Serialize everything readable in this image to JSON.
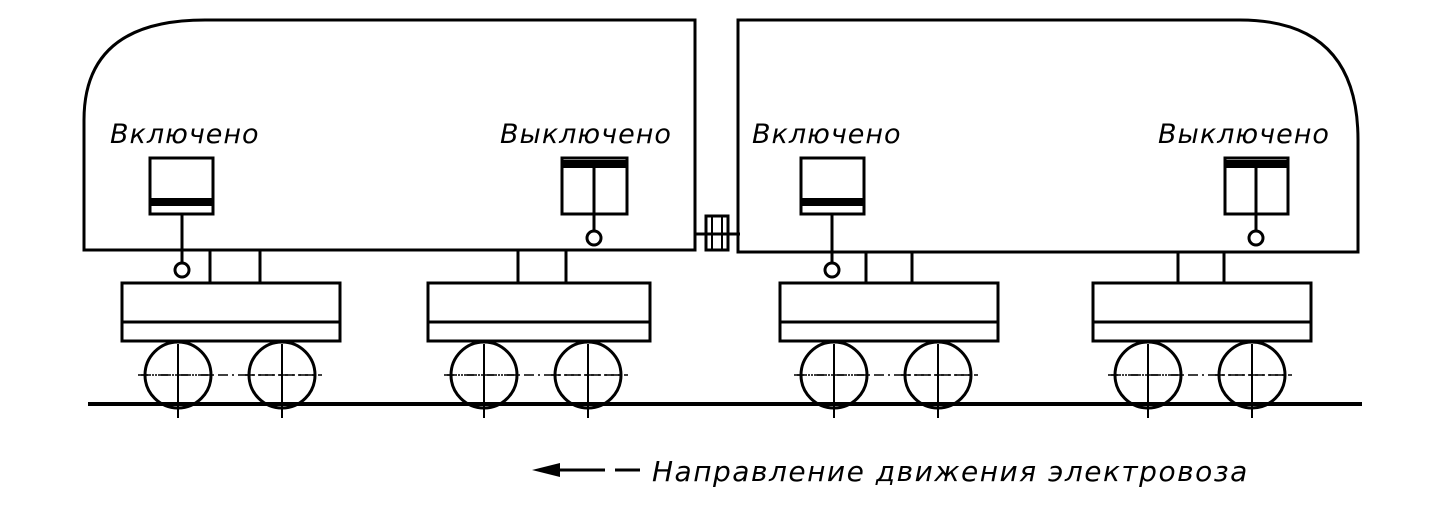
{
  "labels": {
    "car1_left": "Включено",
    "car1_right": "Выключено",
    "car2_left": "Включено",
    "car2_right": "Выключено"
  },
  "caption": "Направление движения электровоза"
}
